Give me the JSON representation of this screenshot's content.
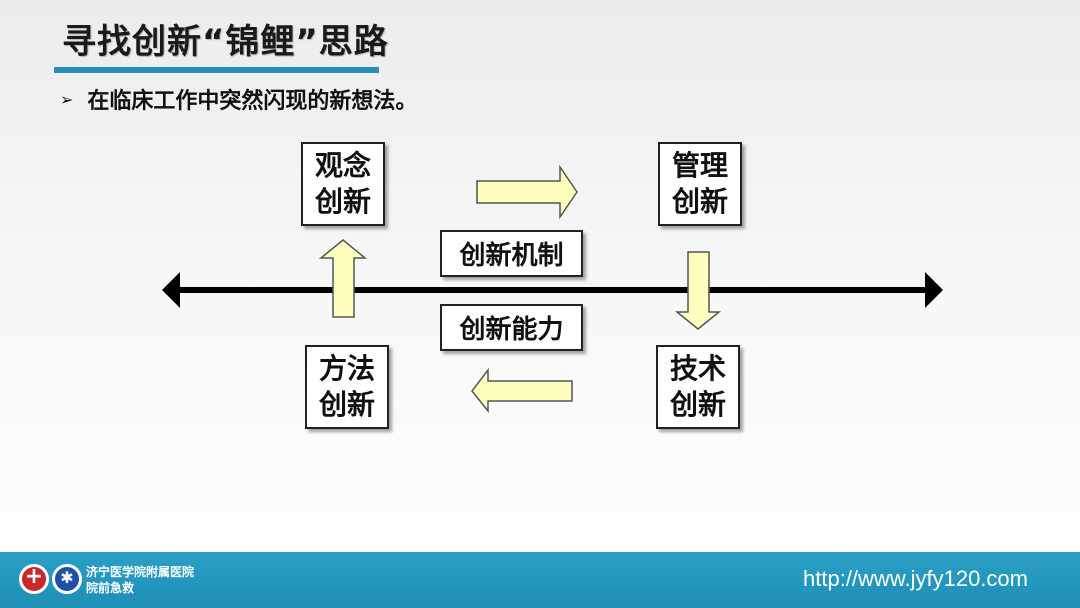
{
  "slide": {
    "title": "寻找创新“锦鲤”思路",
    "bullet_marker": "➢",
    "bullet_text": "在临床工作中突然闪现的新想法。"
  },
  "diagram": {
    "nodes": {
      "concept": [
        "观念",
        "创新"
      ],
      "management": [
        "管理",
        "创新"
      ],
      "method": [
        "方法",
        "创新"
      ],
      "technology": [
        "技术",
        "创新"
      ]
    },
    "labels": {
      "mechanism": "创新机制",
      "ability": "创新能力"
    },
    "colors": {
      "arrow_fill": "#ffffc0",
      "arrow_stroke": "#555555",
      "axis": "#000000",
      "accent": "#2a8fb8"
    }
  },
  "footer": {
    "org_line1": "济宁医学院附属医院",
    "org_line2": "院前急救",
    "url": "http://www.jyfy120.com"
  }
}
